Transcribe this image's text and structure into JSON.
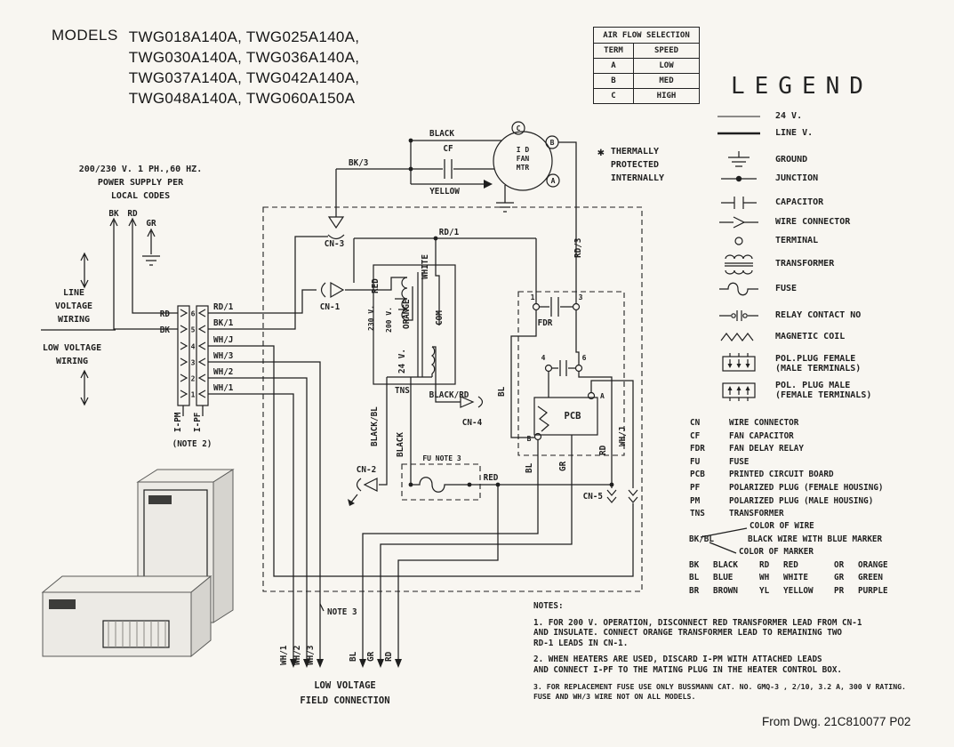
{
  "palette": {
    "background": "#f8f6f1",
    "ink": "#1f1f1f"
  },
  "models": {
    "label": "MODELS",
    "lines": [
      "TWG018A140A, TWG025A140A,",
      "TWG030A140A, TWG036A140A,",
      "TWG037A140A, TWG042A140A,",
      "TWG048A140A, TWG060A150A"
    ]
  },
  "airflow": {
    "title": "AIR FLOW SELECTION",
    "col_term": "TERM",
    "col_speed": "SPEED",
    "rows": [
      {
        "term": "A",
        "speed": "LOW"
      },
      {
        "term": "B",
        "speed": "MED"
      },
      {
        "term": "C",
        "speed": "HIGH"
      }
    ]
  },
  "legend": {
    "title": "LEGEND",
    "items": [
      {
        "icon": "24v-line-symbol",
        "label": "24 V."
      },
      {
        "icon": "line-voltage-symbol",
        "label": "LINE V."
      },
      {
        "icon": "ground-symbol",
        "label": "GROUND"
      },
      {
        "icon": "junction-symbol",
        "label": "JUNCTION"
      },
      {
        "icon": "capacitor-symbol",
        "label": "CAPACITOR"
      },
      {
        "icon": "wire-connector-symbol",
        "label": "WIRE CONNECTOR"
      },
      {
        "icon": "terminal-symbol",
        "label": "TERMINAL"
      },
      {
        "icon": "transformer-symbol",
        "label": "TRANSFORMER"
      },
      {
        "icon": "fuse-symbol",
        "label": "FUSE"
      },
      {
        "icon": "relay-contact-symbol",
        "label": "RELAY CONTACT NO"
      },
      {
        "icon": "magnetic-coil-symbol",
        "label": "MAGNETIC COIL"
      },
      {
        "icon": "pol-plug-female-symbol",
        "label": "POL.PLUG FEMALE",
        "label2": "(MALE TERMINALS)"
      },
      {
        "icon": "pol-plug-male-symbol",
        "label": "POL. PLUG MALE",
        "label2": "(FEMALE TERMINALS)"
      }
    ]
  },
  "abbreviations": [
    {
      "abbr": "CN",
      "desc": "WIRE CONNECTOR"
    },
    {
      "abbr": "CF",
      "desc": "FAN CAPACITOR"
    },
    {
      "abbr": "FDR",
      "desc": "FAN DELAY RELAY"
    },
    {
      "abbr": "FU",
      "desc": "FUSE"
    },
    {
      "abbr": "PCB",
      "desc": "PRINTED CIRCUIT BOARD"
    },
    {
      "abbr": "PF",
      "desc": "POLARIZED PLUG (FEMALE HOUSING)"
    },
    {
      "abbr": "PM",
      "desc": "POLARIZED PLUG (MALE HOUSING)"
    },
    {
      "abbr": "TNS",
      "desc": "TRANSFORMER"
    }
  ],
  "wire_colors": {
    "wire_label": "COLOR OF WIRE",
    "example_abbr": "BK/BL",
    "example_desc": "BLACK WIRE WITH BLUE MARKER",
    "marker_label": "COLOR OF MARKER",
    "rows": [
      [
        {
          "a": "BK",
          "n": "BLACK"
        },
        {
          "a": "RD",
          "n": "RED"
        },
        {
          "a": "OR",
          "n": "ORANGE"
        }
      ],
      [
        {
          "a": "BL",
          "n": "BLUE"
        },
        {
          "a": "WH",
          "n": "WHITE"
        },
        {
          "a": "GR",
          "n": "GREEN"
        }
      ],
      [
        {
          "a": "BR",
          "n": "BROWN"
        },
        {
          "a": "YL",
          "n": "YELLOW"
        },
        {
          "a": "PR",
          "n": "PURPLE"
        }
      ]
    ]
  },
  "notes": {
    "title": "NOTES:",
    "note1": [
      "1. FOR 200 V. OPERATION, DISCONNECT RED TRANSFORMER LEAD FROM CN-1",
      "AND INSULATE. CONNECT ORANGE TRANSFORMER LEAD TO REMAINING TWO",
      "RD-1 LEADS IN CN-1."
    ],
    "note2": [
      "2. WHEN HEATERS ARE USED, DISCARD I-PM WITH ATTACHED LEADS",
      "AND CONNECT I-PF TO THE MATING PLUG IN THE HEATER CONTROL BOX."
    ],
    "note3": [
      "3. FOR REPLACEMENT FUSE USE ONLY BUSSMANN CAT. NO. GMQ-3 , 2/10, 3.2 A, 300 V RATING.",
      "FUSE AND WH/3 WIRE NOT ON ALL MODELS."
    ]
  },
  "footer": "From Dwg. 21C810077 P02",
  "diagram": {
    "power_line1": "200/230 V. 1 PH.,60 HZ.",
    "power_line2": "POWER SUPPLY PER",
    "power_line3": "LOCAL CODES",
    "bk": "BK",
    "rd": "RD",
    "gr": "GR",
    "line_v1": "LINE",
    "line_v2": "VOLTAGE",
    "line_v3": "WIRING",
    "low_v1": "LOW VOLTAGE",
    "low_v2": "WIRING",
    "term_rd": "RD",
    "term_bk": "BK",
    "terms": [
      "6",
      "5",
      "4",
      "3",
      "2",
      "1"
    ],
    "term_labels": [
      "RD/1",
      "BK/1",
      "WH/J",
      "WH/3",
      "WH/2",
      "WH/1"
    ],
    "ipm": "I-PM",
    "ipf": "I-PF",
    "note2_ref": "(NOTE 2)",
    "cn3": "CN-3",
    "cn1": "CN-1",
    "cn2": "CN-2",
    "cn4": "CN-4",
    "cn5": "CN-5",
    "bk3": "BK/3",
    "black_top": "BLACK",
    "cf": "CF",
    "yellow": "YELLOW",
    "motor_line1": "I D",
    "motor_line2": "FAN",
    "motor_line3": "MTR",
    "motor_a": "A",
    "motor_b": "B",
    "motor_c": "C",
    "star": "✱",
    "thermal1": "THERMALLY",
    "thermal2": "PROTECTED",
    "thermal3": "INTERNALLY",
    "rd1": "RD/1",
    "rd3": "RD/3",
    "white": "WHITE",
    "red_lead": "RED",
    "orange": "ORANGE",
    "v230": "230 V.",
    "v200": "200 V.",
    "com": "COM",
    "v24": "24 V.",
    "tns": "TNS",
    "black_bl": "BLACK/BL",
    "black_lead": "BLACK",
    "black_rd": "BLACK/RD",
    "fdr": "FDR",
    "fdr_t1": "1",
    "fdr_t3": "3",
    "pcb": "PCB",
    "pcb_4": "4",
    "pcb_6": "6",
    "pcb_b": "B",
    "pcb_a": "A",
    "bl_fdr": "BL",
    "bl_out": "BL",
    "gr_out": "GR",
    "rd_out": "RD",
    "whj_out": "WH/J",
    "fu": "FU NOTE 3",
    "red_wire": "RED",
    "note3_ref": "NOTE 3",
    "bottom_labels": [
      "WH/1",
      "WH/2",
      "WH/3",
      "BL",
      "GR",
      "RD"
    ],
    "field_line1": "LOW VOLTAGE",
    "field_line2": "FIELD CONNECTION"
  }
}
